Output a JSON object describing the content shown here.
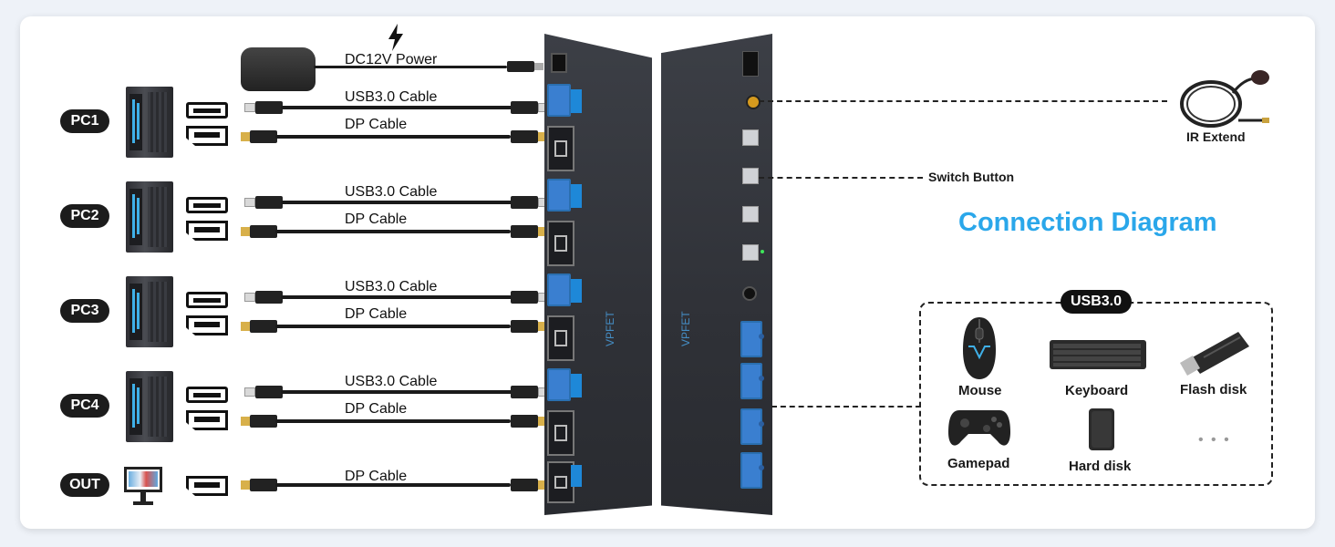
{
  "pcs": [
    {
      "label": "PC1",
      "usb_cable": "USB3.0 Cable",
      "dp_cable": "DP Cable"
    },
    {
      "label": "PC2",
      "usb_cable": "USB3.0 Cable",
      "dp_cable": "DP Cable"
    },
    {
      "label": "PC3",
      "usb_cable": "USB3.0 Cable",
      "dp_cable": "DP Cable"
    },
    {
      "label": "PC4",
      "usb_cable": "USB3.0 Cable",
      "dp_cable": "DP Cable"
    }
  ],
  "out": {
    "label": "OUT",
    "dp_cable": "DP Cable"
  },
  "power": {
    "label": "DC12V Power"
  },
  "ir": {
    "label": "IR Extend"
  },
  "switch_button": {
    "label": "Switch Button"
  },
  "title": "Connection Diagram",
  "usb_box": {
    "badge": "USB3.0",
    "items": [
      "Mouse",
      "Keyboard",
      "Flash disk",
      "Gamepad",
      "Hard disk"
    ],
    "more": "• • •"
  },
  "colors": {
    "accent": "#2aa7ea",
    "port_blue": "#3a7fd0",
    "cable": "#1a1a1a"
  }
}
